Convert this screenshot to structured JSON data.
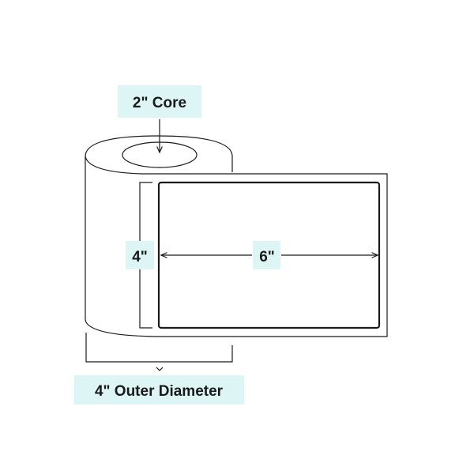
{
  "labels": {
    "core": "2\" Core",
    "height": "4\"",
    "width": "6\"",
    "outer_diameter": "4\" Outer Diameter"
  },
  "colors": {
    "label_background": "#ddf5f5",
    "line": "#1a1a1a",
    "background": "#ffffff"
  }
}
